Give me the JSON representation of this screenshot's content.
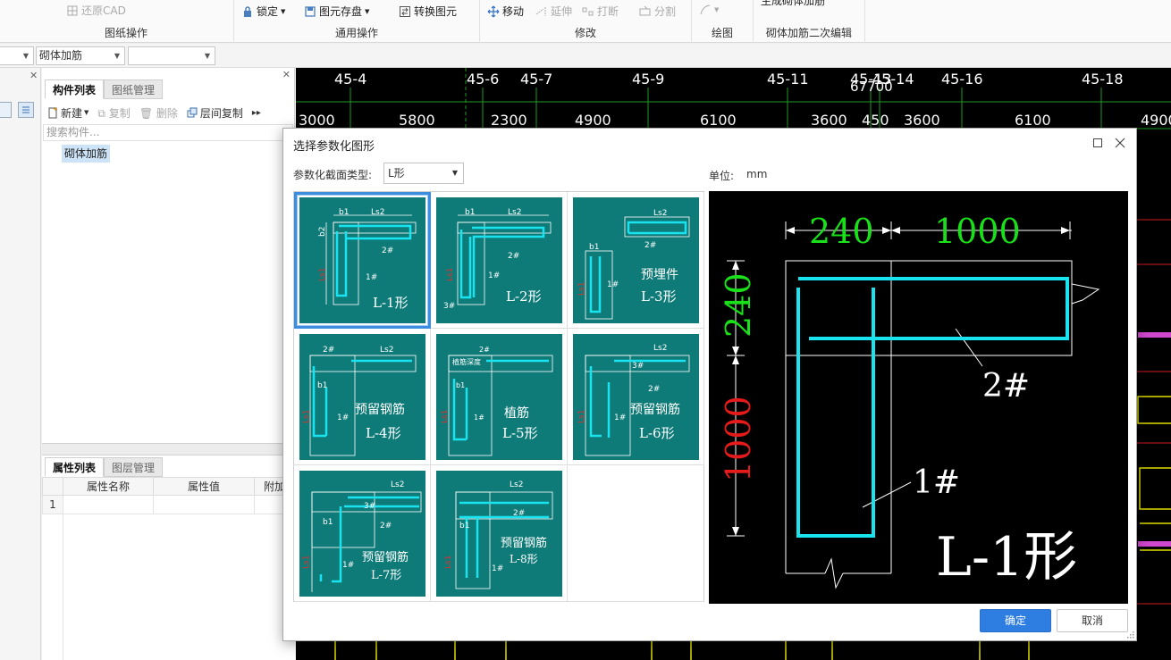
{
  "ribbon": {
    "groups": [
      {
        "label": "图纸操作",
        "tools": [
          "还原CAD"
        ]
      },
      {
        "label": "通用操作",
        "tools": [
          "锁定",
          "图元存盘",
          "转换图元"
        ]
      },
      {
        "label": "修改",
        "tools": [
          "移动",
          "延伸",
          "打断",
          "分割"
        ]
      },
      {
        "label": "绘图",
        "tools": []
      },
      {
        "label": "砌体加筋二次编辑",
        "tools": [
          "生成砌体加筋"
        ]
      }
    ]
  },
  "toolbar2": {
    "combo1": "砌体加筋",
    "combo2": ""
  },
  "component_panel": {
    "tabs": [
      "构件列表",
      "图纸管理"
    ],
    "actions": {
      "new": "新建",
      "copy": "复制",
      "delete": "删除",
      "floor_copy": "层间复制"
    },
    "search_placeholder": "搜索构件...",
    "items": [
      "砌体加筋"
    ]
  },
  "property_panel": {
    "tabs": [
      "属性列表",
      "图层管理"
    ],
    "columns": [
      "属性名称",
      "属性值",
      "附加"
    ],
    "rows": [
      {
        "index": "1",
        "name": "",
        "value": "",
        "extra": ""
      }
    ]
  },
  "cad": {
    "axes": [
      "45-4",
      "45-6",
      "45-7",
      "45-9",
      "45-11",
      "45-13",
      "45-14",
      "45-16",
      "45-18"
    ],
    "spans": [
      "3000",
      "5800",
      "2300",
      "4900",
      "6100",
      "3600",
      "450",
      "3600",
      "6100",
      "4900"
    ],
    "total": "67700"
  },
  "dialog": {
    "title": "选择参数化图形",
    "type_label": "参数化截面类型:",
    "type_value": "L形",
    "unit_label": "单位:",
    "unit_value": "mm",
    "ok": "确定",
    "cancel": "取消",
    "shapes": [
      {
        "id": "L-1形",
        "title": "",
        "selected": true
      },
      {
        "id": "L-2形",
        "title": "",
        "selected": false
      },
      {
        "id": "L-3形",
        "title": "预埋件",
        "selected": false
      },
      {
        "id": "L-4形",
        "title": "预留钢筋",
        "selected": false
      },
      {
        "id": "L-5形",
        "title": "植筋",
        "selected": false
      },
      {
        "id": "L-6形",
        "title": "预留钢筋",
        "selected": false
      },
      {
        "id": "L-7形",
        "title": "预留钢筋",
        "selected": false
      },
      {
        "id": "L-8形",
        "title": "预留钢筋",
        "selected": false
      }
    ],
    "thumb_labels": {
      "b1": "b1",
      "b2": "b2",
      "ls1": "Ls1",
      "ls2": "Ls2",
      "bar1": "1#",
      "bar2": "2#",
      "bar3": "3#",
      "embed_depth": "植筋深度"
    },
    "preview": {
      "dim_b1": "240",
      "dim_ls2": "1000",
      "dim_b2": "240",
      "dim_ls1": "1000",
      "bar1": "1#",
      "bar2": "2#",
      "caption": "L-1形"
    }
  },
  "colors": {
    "accent": "#2e7de0",
    "thumb_bg": "#0f7b78",
    "rebar": "#18e3ee",
    "dim_green": "#19e019",
    "dim_red": "#e51a1a"
  }
}
